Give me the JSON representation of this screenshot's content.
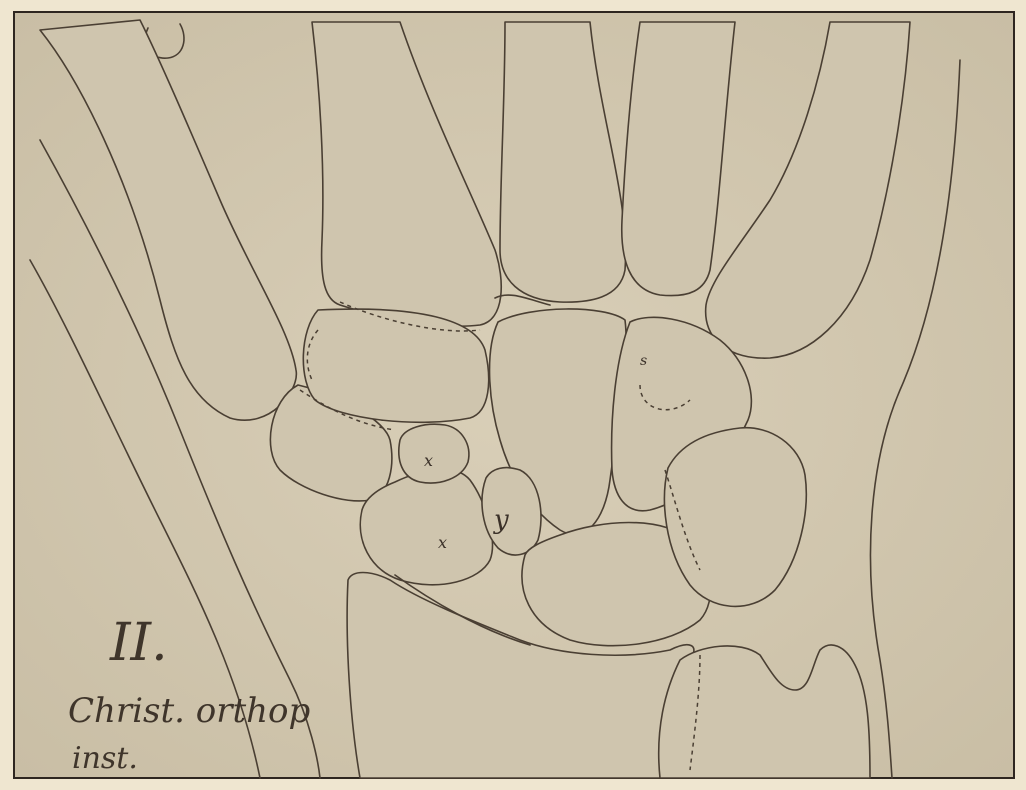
{
  "plate": {
    "number": "II.",
    "caption_line1": "Christ. orthop",
    "caption_line2": "inst."
  },
  "bone_labels": {
    "x_upper": "x",
    "x_lower": "x",
    "y": "y",
    "s": "s"
  }
}
